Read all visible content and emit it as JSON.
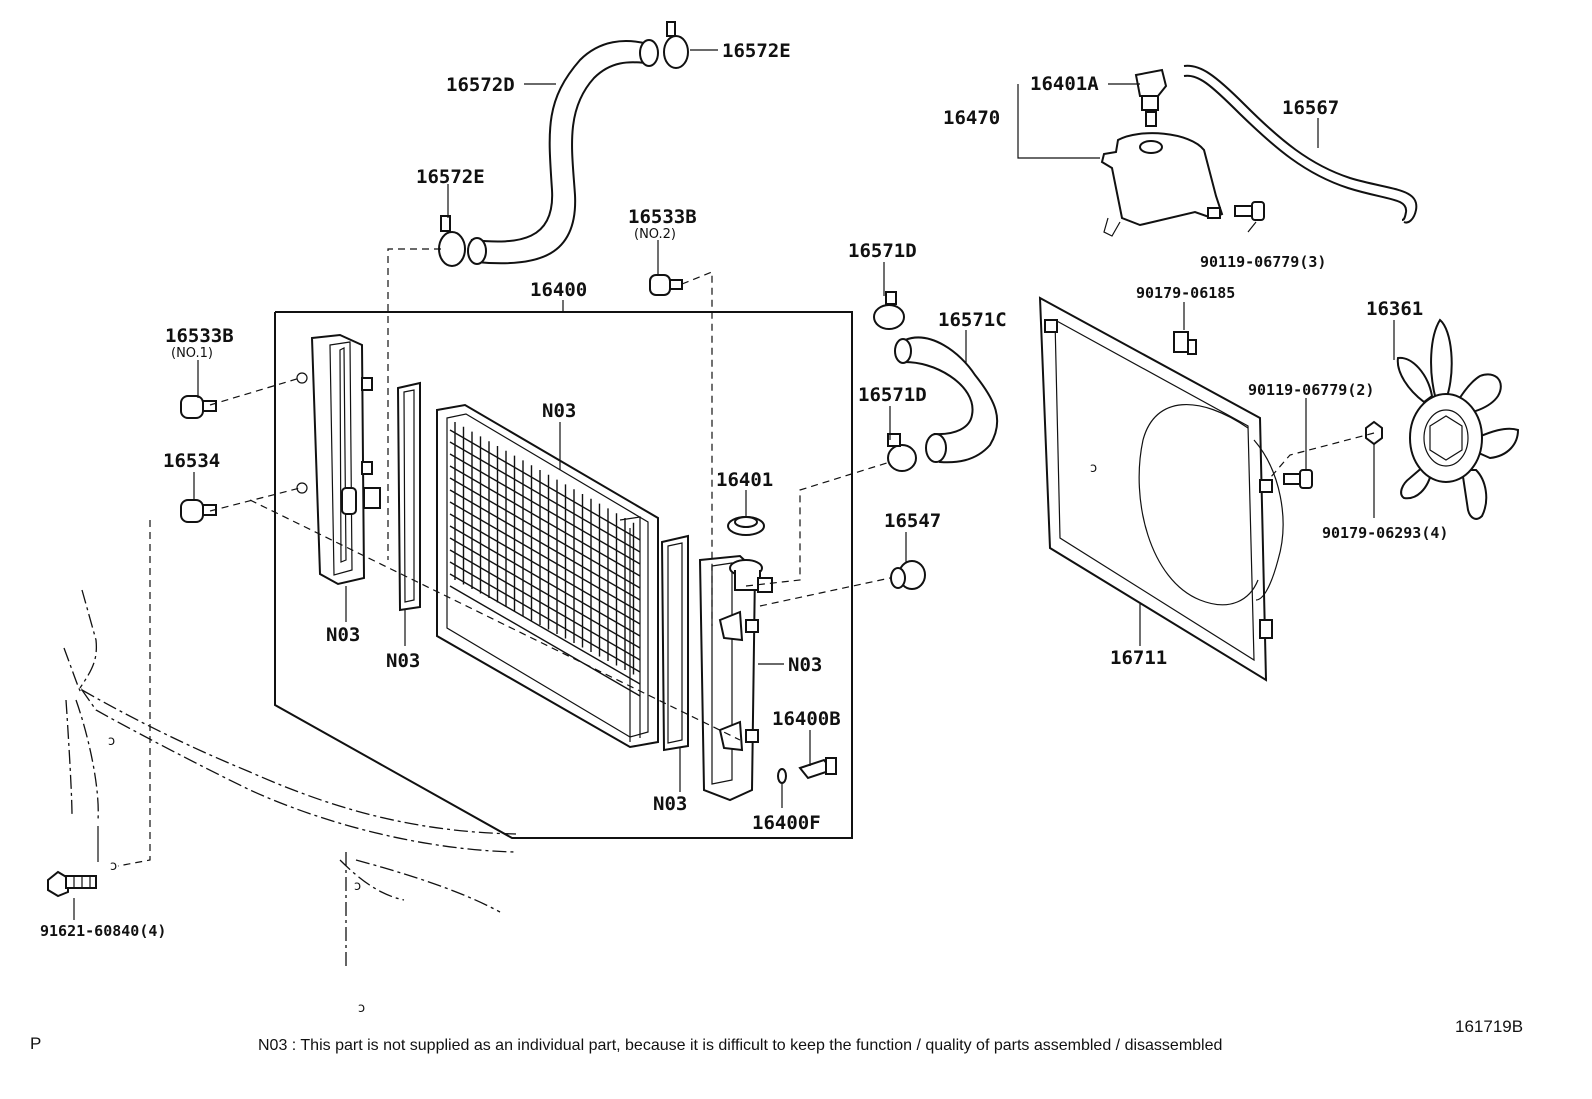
{
  "labels": {
    "hose_upper": "16572D",
    "clamp_top": "16572E",
    "clamp_left": "16572E",
    "cushion_no2": "16533B",
    "cushion_no2_sub": "(NO.2)",
    "radiator_assy": "16400",
    "cushion_no1": "16533B",
    "cushion_no1_sub": "(NO.1)",
    "cushion_lower": "16534",
    "core": "N03",
    "tank_left": "N03",
    "packing_left": "N03",
    "tank_right": "N03",
    "packing_right": "N03",
    "cap": "16401",
    "reserve_cap": "16401A",
    "reserve_tank": "16470",
    "overflow_hose": "16567",
    "bolt_reserve": "90119-06779(3)",
    "clamp_hose_top": "16571D",
    "hose_lower": "16571C",
    "clamp_hose_bottom": "16571D",
    "nut_shroud": "90179-06185",
    "fan": "16361",
    "bolt_shroud": "90119-06779(2)",
    "nut_fan": "90179-06293(4)",
    "plug": "16547",
    "shroud": "16711",
    "drain_cock": "16400B",
    "o_ring": "16400F",
    "bolt_support": "91621-60840(4)"
  },
  "marks": {
    "p": "P",
    "small_a": "ɔ",
    "small_b": "ɔ"
  },
  "footnote": "N03 : This part is not supplied as an individual part, because it is difficult to keep the function / quality of parts assembled / disassembled",
  "corner_left": "P",
  "illustration_id": "161719B"
}
